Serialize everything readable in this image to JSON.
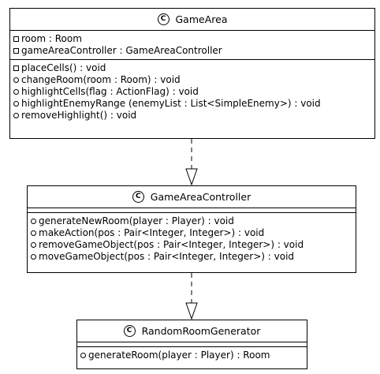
{
  "classes": {
    "game_area": {
      "stereotype_icon": "C",
      "name": "GameArea",
      "attributes": [
        "room : Room",
        "gameAreaController : GameAreaController"
      ],
      "methods": [
        "placeCells() : void",
        "changeRoom(room : Room) : void",
        "highlightCells(flag : ActionFlag) : void",
        "highlightEnemyRange (enemyList : List<SimpleEnemy>) : void",
        "removeHighlight() : void"
      ]
    },
    "game_area_controller": {
      "stereotype_icon": "C",
      "name": "GameAreaController",
      "methods": [
        "generateNewRoom(player : Player) : void",
        "makeAction(pos : Pair<Integer, Integer>) : void",
        "removeGameObject(pos : Pair<Integer, Integer>) : void",
        "moveGameObject(pos : Pair<Integer, Integer>) : void"
      ]
    },
    "random_room_generator": {
      "stereotype_icon": "C",
      "name": "RandomRoomGenerator",
      "methods": [
        "generateRoom(player : Player) : Room"
      ]
    }
  }
}
